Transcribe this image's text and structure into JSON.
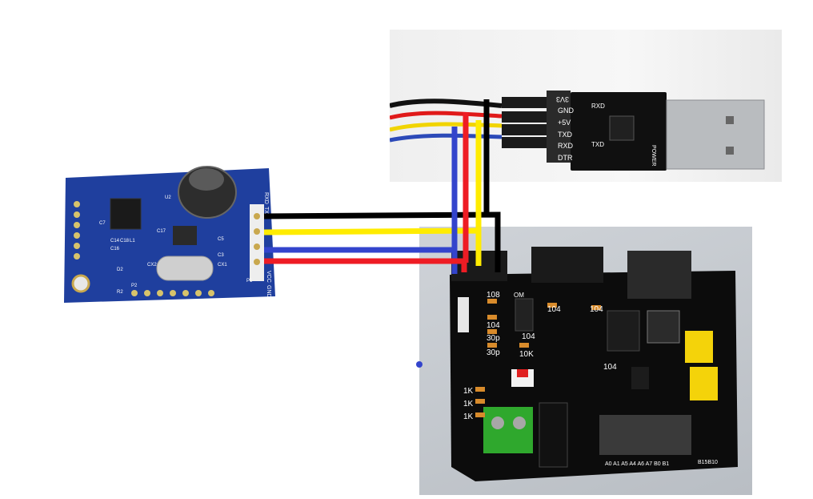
{
  "usb_adapter": {
    "pin_labels": [
      "3V3",
      "GND",
      "+5V",
      "TXD",
      "RXD",
      "DTR"
    ],
    "chip_side_labels": [
      "RXD",
      "TXD",
      "POWER"
    ]
  },
  "voice_module": {
    "pin_header_labels": [
      "RXD",
      "TXD",
      "VCC",
      "GND"
    ],
    "silkscreen": [
      "C14",
      "C18",
      "L1",
      "C16",
      "C17",
      "C7",
      "CX2",
      "CX1",
      "D2",
      "R2",
      "C3",
      "P2",
      "P1",
      "U2",
      "C5"
    ]
  },
  "mainboard": {
    "component_labels": [
      "108",
      "104",
      "30p",
      "30p",
      "10K",
      "104",
      "104",
      "104",
      "104",
      "1K",
      "1K",
      "1K",
      "OM"
    ],
    "header_label": "A0 A1 A5 A4 A6 A7 B0 B1",
    "side_label": "B15B10"
  },
  "wire_colors": {
    "black": "#000000",
    "yellow": "#ffec00",
    "blue": "#3344cc",
    "red": "#ee1c24"
  }
}
